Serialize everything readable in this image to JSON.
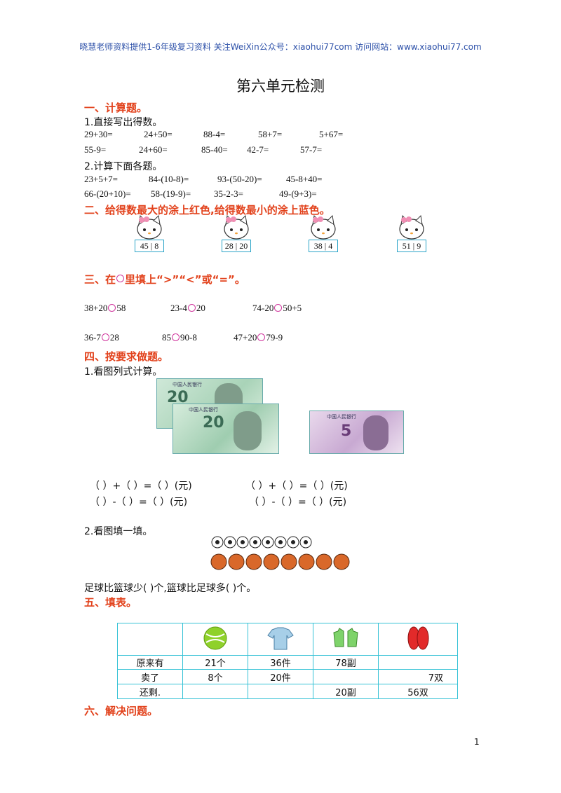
{
  "header": "晓慧老师资料提供1-6年级复习资料 关注WeiXin公众号：xiaohui77com  访问网站：www.xiaohui77.com",
  "title": "第六单元检测",
  "s1": {
    "heading": "一、计算题。",
    "sub1": "1.直接写出得数。",
    "row1": [
      "29+30=",
      "24+50=",
      "88-4=",
      "58+7=",
      "5+67="
    ],
    "row2": [
      "55-9=",
      "24+60=",
      "85-40=",
      "42-7=",
      "57-7="
    ],
    "sub2": "2.计算下面各题。",
    "row3": [
      "23+5+7=",
      "84-(10-8)=",
      "93-(50-20)=",
      "45-8+40="
    ],
    "row4": [
      "66-(20+10)=",
      "58-(19-9)=",
      "35-2-3=",
      "49-(9+3)="
    ]
  },
  "s2": {
    "heading": "二、给得数最大的涂上红色,给得数最小的涂上蓝色。",
    "cats": [
      "45 | 8",
      "28 | 20",
      "38 | 4",
      "51 | 9"
    ]
  },
  "s3": {
    "heading_a": "三、在",
    "heading_b": "里填上“>”“<”或“=”。",
    "c1a": "38+20",
    "c1b": "58",
    "c2a": "23-4",
    "c2b": "20",
    "c3a": "74-20",
    "c3b": "50+5",
    "c4a": "36-7",
    "c4b": "28",
    "c5a": "85",
    "c5b": "90-8",
    "c6a": "47+20",
    "c6b": "79-9"
  },
  "s4": {
    "heading": "四、按要求做题。",
    "sub1": "1.看图列式计算。",
    "bill_top": "中国人民银行",
    "bill20": "20",
    "bill5": "5",
    "f1": "（ ）+（ ）=（ ）(元)",
    "f2": "（ ）+（ ）=（ ）(元)",
    "f3": "（ ）-（ ）=（ ）(元)",
    "f4": "（ ）-（ ）=（ ）(元)",
    "sub2": "2.看图填一填。",
    "sentence": "足球比篮球少(      )个,篮球比足球多(      )个。"
  },
  "s5": {
    "heading": "五、填表。",
    "rows": [
      {
        "label": "原来有",
        "c1": "21个",
        "c2": "36件",
        "c3": "78副",
        "c4": ""
      },
      {
        "label": "卖了",
        "c1": "8个",
        "c2": "20件",
        "c3": "",
        "c4": "7双"
      },
      {
        "label": "还剩.",
        "c1": "",
        "c2": "",
        "c3": "20副",
        "c4": "56双"
      }
    ]
  },
  "s6": {
    "heading": "六、解决问题。"
  },
  "page_number": "1",
  "colors": {
    "heading": "#e2421c",
    "header": "#2b4fa8",
    "table_border": "#36c2d6"
  }
}
